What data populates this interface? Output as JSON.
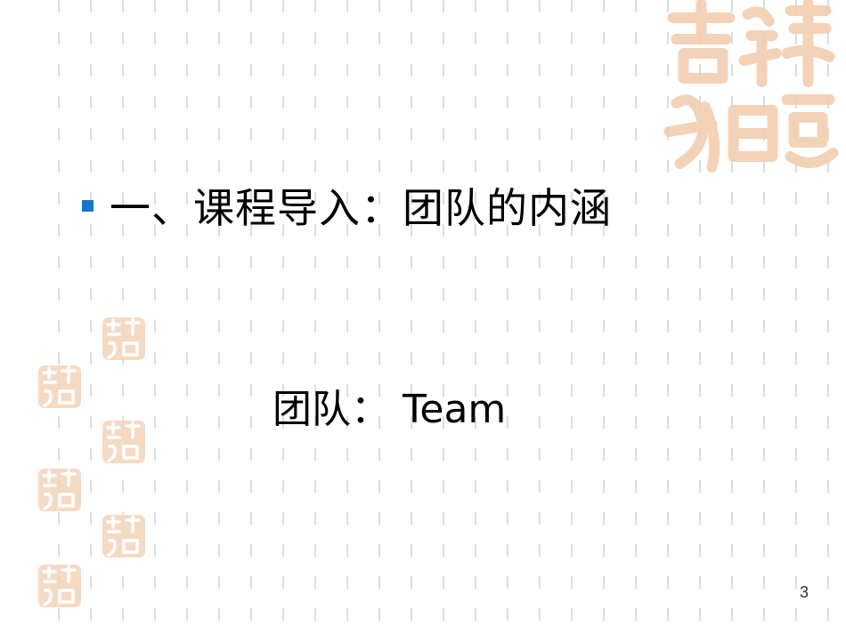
{
  "slide": {
    "title": "一、课程导入：团队的内涵",
    "term": "团队： Team",
    "page_number": "3",
    "colors": {
      "bullet": "#1a73c8",
      "seal": "#f0c7a4",
      "grid_dash": "#dddddd"
    },
    "decoration": {
      "seal_icon": "ji-xiang-ru-yi-seal-icon"
    }
  }
}
